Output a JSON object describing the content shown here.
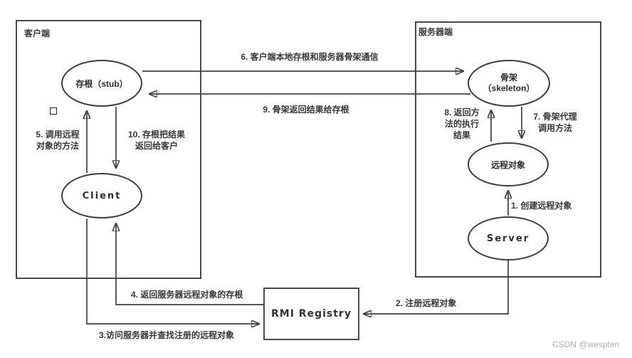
{
  "client_box": {
    "title": "客户端"
  },
  "server_box": {
    "title": "服务器端"
  },
  "registry": {
    "label": "RMI Registry"
  },
  "nodes": {
    "stub": "存根（stub）",
    "client": "Client",
    "skeleton": [
      "骨架",
      "（skeleton）"
    ],
    "remote_object": "远程对象",
    "server": "Server"
  },
  "steps": {
    "s1": "1. 创建远程对象",
    "s2": "2. 注册远程对象",
    "s3": "3.访问服务器并查找注册的远程对象",
    "s4": "4. 返回服务器远程对象的存根",
    "s5": [
      "5. 调用远程",
      "对象的方法"
    ],
    "s6": "6. 客户端本地存根和服务器骨架通信",
    "s7": [
      "7. 骨架代理",
      "调用方法"
    ],
    "s8": [
      "8. 返回方",
      "法的执行",
      "结果"
    ],
    "s9": "9. 骨架返回结果给存根",
    "s10": [
      "10. 存根把结果",
      "返回给客户"
    ]
  },
  "watermark": "CSDN @wespten",
  "colors": {
    "line": "#424242",
    "text": "#383838",
    "watermark": "#b0b0b0"
  }
}
